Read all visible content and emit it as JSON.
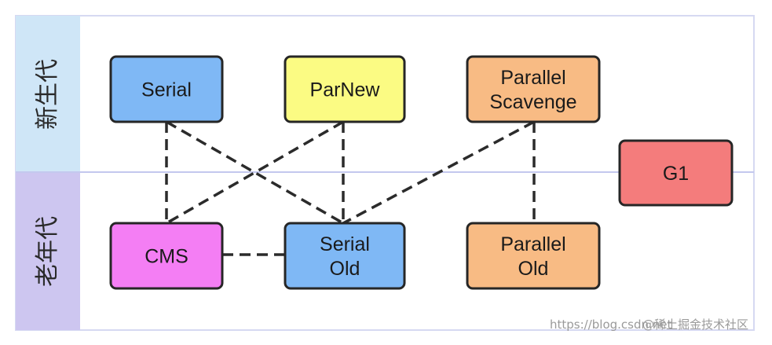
{
  "lanes": {
    "young": {
      "label": "新生代",
      "color": "#cfe6f7"
    },
    "old": {
      "label": "老年代",
      "color": "#cdc6f0"
    }
  },
  "collectors": {
    "serial": {
      "lines": [
        "Serial"
      ],
      "color": "#7fb8f5"
    },
    "parnew": {
      "lines": [
        "ParNew"
      ],
      "color": "#fbfb83"
    },
    "parallel_scavenge": {
      "lines": [
        "Parallel",
        "Scavenge"
      ],
      "color": "#f8bb84"
    },
    "g1": {
      "lines": [
        "G1"
      ],
      "color": "#f47c7c"
    },
    "cms": {
      "lines": [
        "CMS"
      ],
      "color": "#f47ef4"
    },
    "serial_old": {
      "lines": [
        "Serial",
        "Old"
      ],
      "color": "#7fb8f5"
    },
    "parallel_old": {
      "lines": [
        "Parallel",
        "Old"
      ],
      "color": "#f8bb84"
    }
  },
  "connections": [
    [
      "serial",
      "cms"
    ],
    [
      "serial",
      "serial_old"
    ],
    [
      "parnew",
      "cms"
    ],
    [
      "parnew",
      "serial_old"
    ],
    [
      "parallel_scavenge",
      "serial_old"
    ],
    [
      "parallel_scavenge",
      "parallel_old"
    ],
    [
      "cms",
      "serial_old"
    ]
  ],
  "watermark": {
    "site": "https://blog.csdn.net",
    "brand": "@稀土掘金技术社区"
  }
}
